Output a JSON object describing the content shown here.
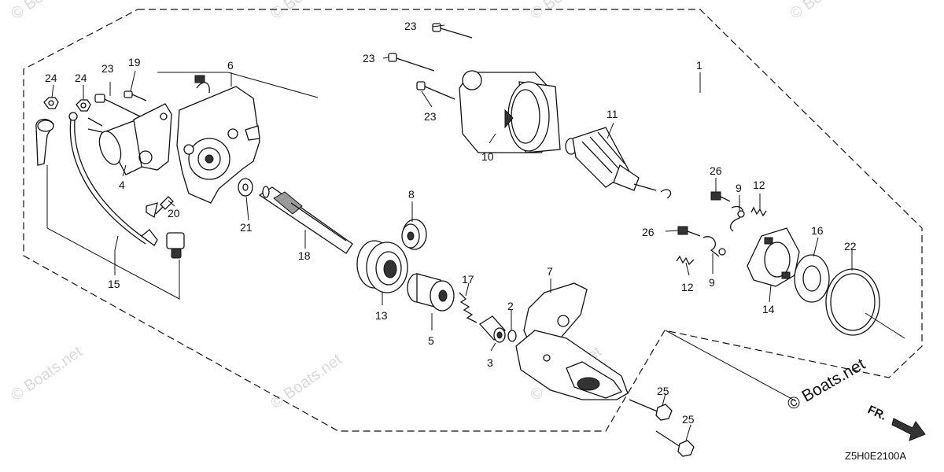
{
  "callouts": [
    {
      "id": "c1",
      "text": "1"
    },
    {
      "id": "c2",
      "text": "2"
    },
    {
      "id": "c3",
      "text": "3"
    },
    {
      "id": "c4",
      "text": "4"
    },
    {
      "id": "c5",
      "text": "5"
    },
    {
      "id": "c6",
      "text": "6"
    },
    {
      "id": "c7",
      "text": "7"
    },
    {
      "id": "c8",
      "text": "8"
    },
    {
      "id": "c9a",
      "text": "9"
    },
    {
      "id": "c9b",
      "text": "9"
    },
    {
      "id": "c10",
      "text": "10"
    },
    {
      "id": "c11",
      "text": "11"
    },
    {
      "id": "c12a",
      "text": "12"
    },
    {
      "id": "c12b",
      "text": "12"
    },
    {
      "id": "c13",
      "text": "13"
    },
    {
      "id": "c14",
      "text": "14"
    },
    {
      "id": "c15",
      "text": "15"
    },
    {
      "id": "c16",
      "text": "16"
    },
    {
      "id": "c17",
      "text": "17"
    },
    {
      "id": "c18",
      "text": "18"
    },
    {
      "id": "c19",
      "text": "19"
    },
    {
      "id": "c20",
      "text": "20"
    },
    {
      "id": "c21",
      "text": "21"
    },
    {
      "id": "c22",
      "text": "22"
    },
    {
      "id": "c23a",
      "text": "23"
    },
    {
      "id": "c23b",
      "text": "23"
    },
    {
      "id": "c23c",
      "text": "23"
    },
    {
      "id": "c23d",
      "text": "23"
    },
    {
      "id": "c24a",
      "text": "24"
    },
    {
      "id": "c24b",
      "text": "24"
    },
    {
      "id": "c25a",
      "text": "25"
    },
    {
      "id": "c25b",
      "text": "25"
    },
    {
      "id": "c26a",
      "text": "26"
    },
    {
      "id": "c26b",
      "text": "26"
    }
  ],
  "diagram_code": "Z5H0E2100A",
  "direction_label": "FR.",
  "watermark": "© Boats.net"
}
